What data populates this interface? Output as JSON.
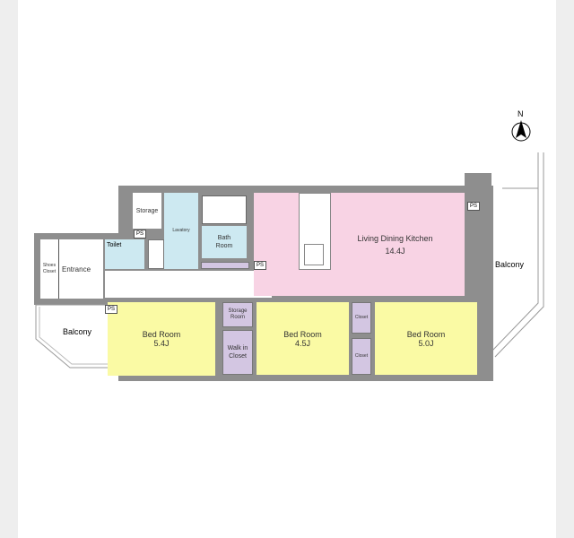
{
  "north_label": "N",
  "rooms": {
    "ldk": {
      "name": "Living Dining Kitchen",
      "size": "14.4J"
    },
    "bed1": {
      "name": "Bed Room",
      "size": "5.4J"
    },
    "bed2": {
      "name": "Bed Room",
      "size": "4.5J"
    },
    "bed3": {
      "name": "Bed Room",
      "size": "5.0J"
    },
    "bath": {
      "name": "Bath Room"
    },
    "lavatory": "Lavatory",
    "toilet": "Toilet",
    "storage": "Storage",
    "storage_room": "Storage Room",
    "walk_in_closet": "Walk in Closet",
    "closet": "Closet",
    "entrance": "Entrance",
    "shoes_closet": "Shoes Closet",
    "balcony": "Balcony"
  },
  "ps_label": "PS",
  "colors": {
    "ldk": "#f8d3e4",
    "bed": "#fafaa4",
    "wet": "#cde9f1",
    "closet": "#d3c6e2",
    "wall": "#8e8e8e"
  }
}
